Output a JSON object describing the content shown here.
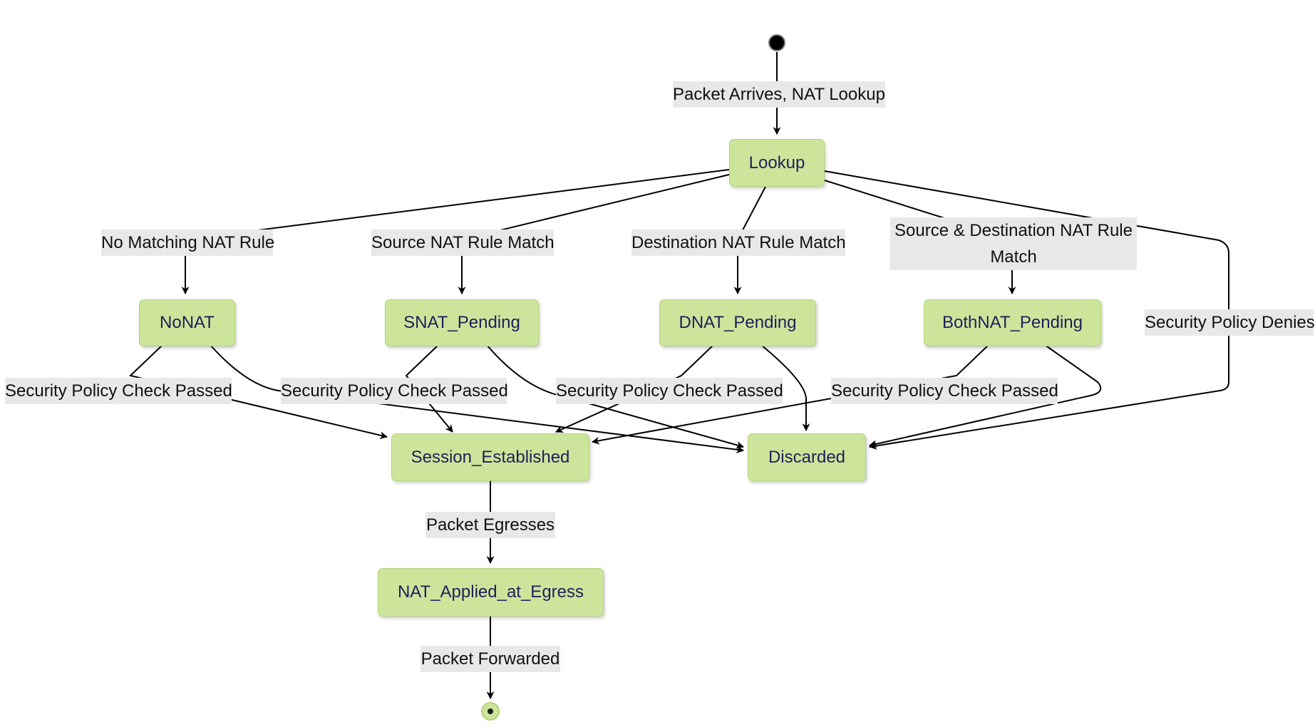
{
  "states": {
    "lookup": "Lookup",
    "nonat": "NoNAT",
    "snat": "SNAT_Pending",
    "dnat": "DNAT_Pending",
    "bothnat": "BothNAT_Pending",
    "session": "Session_Established",
    "discarded": "Discarded",
    "egress": "NAT_Applied_at_Egress"
  },
  "transitions": {
    "arrives": "Packet Arrives, NAT Lookup",
    "no_match": "No Matching NAT Rule",
    "src_match": "Source NAT Rule Match",
    "dst_match": "Destination NAT Rule Match",
    "both_match": "Source & Destination NAT Rule Match",
    "denies": "Security Policy Denies",
    "check_passed": "Security Policy Check Passed",
    "egresses": "Packet Egresses",
    "forwarded": "Packet Forwarded"
  },
  "colors": {
    "state_fill": "#cde59b",
    "state_border": "#b3d37a",
    "state_text": "#1f1f5c",
    "label_bg": "#e8e8e8",
    "edge": "#000000"
  }
}
